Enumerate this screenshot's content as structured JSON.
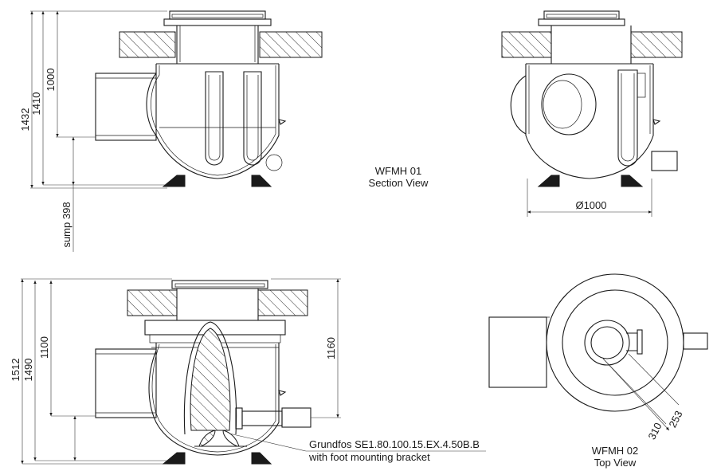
{
  "views": {
    "section_view": {
      "name": "WFMH 01",
      "subtitle": "Section View"
    },
    "top_view": {
      "name": "WFMH 02",
      "subtitle": "Top View"
    }
  },
  "dimensions": {
    "view1": {
      "d1432": "1432",
      "d1410": "1410",
      "d1000": "1000",
      "sump": "sump 398"
    },
    "view2": {
      "diameter": "Ø1000"
    },
    "view3": {
      "d1512": "1512",
      "d1490": "1490",
      "d1100": "1100",
      "d1160": "1160"
    },
    "view4": {
      "d253": "253",
      "d310": "310"
    }
  },
  "callout": {
    "line1": "Grundfos SE1.80.100.15.EX.4.50B.B",
    "line2": "with foot mounting bracket"
  }
}
